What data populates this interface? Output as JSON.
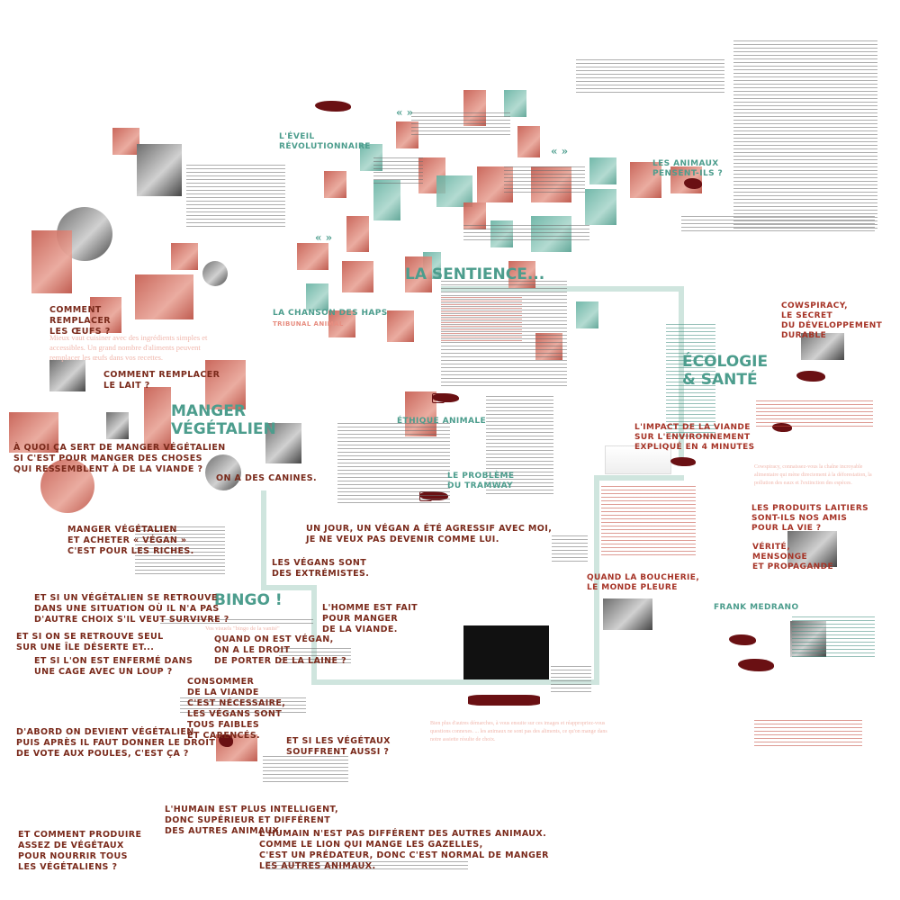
{
  "headings": {
    "sentience": "LA SENTIENCE...",
    "ecologie": "ÉCOLOGIE\n& SANTÉ",
    "manger": "MANGER\nVÉGÉTALIEN",
    "bingo": "BINGO !",
    "eveil": "L'ÉVEIL\nRÉVOLUTIONNAIRE",
    "animaux": "LES ANIMAUX\nPENSENT-ILS ?",
    "chanson": "LA CHANSON DES HAPS",
    "tribunal": "TRIBUNAL ANIMAL",
    "ethique": "ÉTHIQUE ANIMALE",
    "tramway": "LE PROBLÈME\nDU TRAMWAY",
    "cowspiracy": "COWSPIRACY,\nLE SECRET\nDU DÉVELOPPEMENT\nDURABLE",
    "impact": "L'IMPACT DE LA VIANDE\nSUR L'ENVIRONNEMENT\nEXPLIQUÉ EN 4 MINUTES",
    "laitiers": "LES PRODUITS LAITIERS\nSONT-ILS NOS AMIS\nPOUR LA VIE ?",
    "verite": "VÉRITÉ,\nMENSONGE\nET PROPAGANDE",
    "medrano": "FRANK MEDRANO",
    "boucherie": "QUAND LA BOUCHERIE,\nLE MONDE PLEURE"
  },
  "questions": {
    "oeufs": "COMMENT\nREMPLACER\nLES ŒUFS ?",
    "lait": "COMMENT REMPLACER\nLE LAIT ?",
    "ressemblent": "À QUOI ÇA SERT DE MANGER VÉGÉTALIEN\nSI C'EST POUR MANGER DES CHOSES\nQUI RESSEMBLENT À DE LA VIANDE ?",
    "canines": "ON A DES CANINES.",
    "riches": "MANGER VÉGÉTALIEN\nET ACHETER « VÉGAN »\nC'EST POUR LES RICHES.",
    "agressif": "UN JOUR, UN VÉGAN A ÉTÉ AGRESSIF AVEC MOI,\nJE NE VEUX PAS DEVENIR COMME LUI.",
    "extremistes": "LES VÉGANS SONT\nDES EXTRÉMISTES.",
    "survivre": "ET SI UN VÉGÉTALIEN SE RETROUVE\nDANS UNE SITUATION OÙ IL N'A PAS\nD'AUTRE CHOIX S'IL VEUT SURVIVRE ?",
    "ile": "ET SI ON SE RETROUVE SEUL\nSUR UNE ÎLE DÉSERTE ET...",
    "cage": "ET SI L'ON EST ENFERMÉ DANS\nUNE CAGE AVEC UN LOUP ?",
    "laine": "QUAND ON EST VÉGAN,\nON A LE DROIT\nDE PORTER DE LA LAINE ?",
    "homme": "L'HOMME EST FAIT\nPOUR MANGER\nDE LA VIANDE.",
    "necessaire": "CONSOMMER\nDE LA VIANDE\nC'EST NÉCESSAIRE,\nLES VÉGANS SONT\nTOUS FAIBLES\nET CARENCÉS.",
    "poules": "D'ABORD ON DEVIENT VÉGÉTALIEN\nPUIS APRÈS IL FAUT DONNER LE DROIT\nDE VOTE AUX POULES, C'EST ÇA ?",
    "vegetaux": "ET SI LES VÉGÉTAUX\nSOUFFRENT AUSSI ?",
    "intelligent": "L'HUMAIN EST PLUS INTELLIGENT,\nDONC SUPÉRIEUR ET DIFFÉRENT\nDES AUTRES ANIMAUX.",
    "lion": "L'HUMAIN N'EST PAS DIFFÉRENT DES AUTRES ANIMAUX.\nCOMME LE LION QUI MANGE LES GAZELLES,\nC'EST UN PRÉDATEUR, DONC C'EST NORMAL DE MANGER\nLES AUTRES ANIMAUX.",
    "produire": "ET COMMENT PRODUIRE\nASSEZ DE VÉGÉTAUX\nPOUR NOURRIR TOUS\nLES VÉGÉTALIENS ?"
  },
  "texts": {
    "bingo_sub": "Vos visuels \"bingo de la vanité\"",
    "pink_bottom": "Bien plus d'autres démarches, à vous ensuite sur ces images et réappropriez-vous questions connexes. ... les animaux ne sont pas des aliments, ce qu'on mange dans notre assiette résulte de choix.",
    "pink_right": "Cowspiracy, connaissez-vous la chaîne incroyable alimentaire qui mène directement à la déforestation, la pollution des eaux et l'extinction des espèces.",
    "pink_left": "Mieux vaut cuisiner avec des ingrédients simples et accessibles. Un grand nombre d'aliments peuvent remplacer les œufs dans vos recettes.",
    "quote_mark": "« »",
    "body": "Lorem ipsum textus"
  }
}
